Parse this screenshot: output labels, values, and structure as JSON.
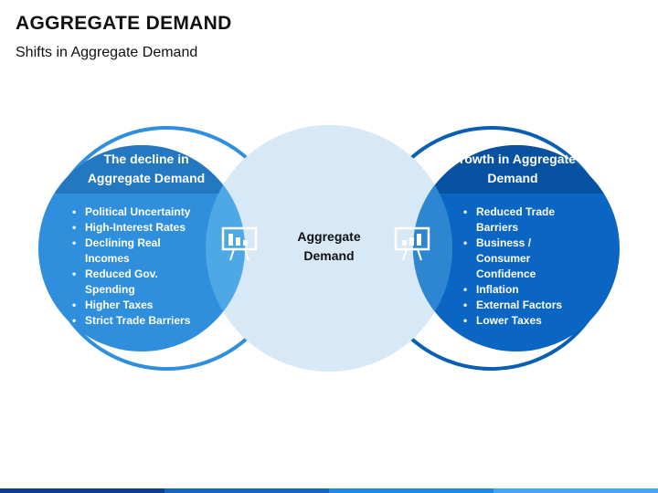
{
  "title": "AGGREGATE DEMAND",
  "subtitle": "Shifts in Aggregate Demand",
  "center_label": "Aggregate Demand",
  "left": {
    "heading": "The decline in Aggregate Demand",
    "items": [
      "Political Uncertainty",
      "High-Interest Rates",
      "Declining Real Incomes",
      "Reduced Gov. Spending",
      "Higher Taxes",
      "Strict Trade Barriers"
    ],
    "icon": "chart-decline-icon"
  },
  "right": {
    "heading": "Growth in Aggregate Demand",
    "items": [
      "Reduced Trade Barriers",
      "Business / Consumer Confidence",
      "Inflation",
      "External Factors",
      "Lower Taxes"
    ],
    "icon": "chart-growth-icon"
  },
  "colors": {
    "left_circle": "#2f8fdc",
    "left_header": "#2478c2",
    "left_ring": "#2f8fdc",
    "center_circle": "#d7e8f6",
    "overlap": "#4fa8e6",
    "right_circle": "#0a66c2",
    "right_header": "#0752a0",
    "right_ring": "#0a5fb3",
    "right_overlap": "#2d86cf"
  },
  "bottom_bar_colors": [
    "#0b3d91",
    "#1565c0",
    "#1e88e5",
    "#42a5f5"
  ]
}
